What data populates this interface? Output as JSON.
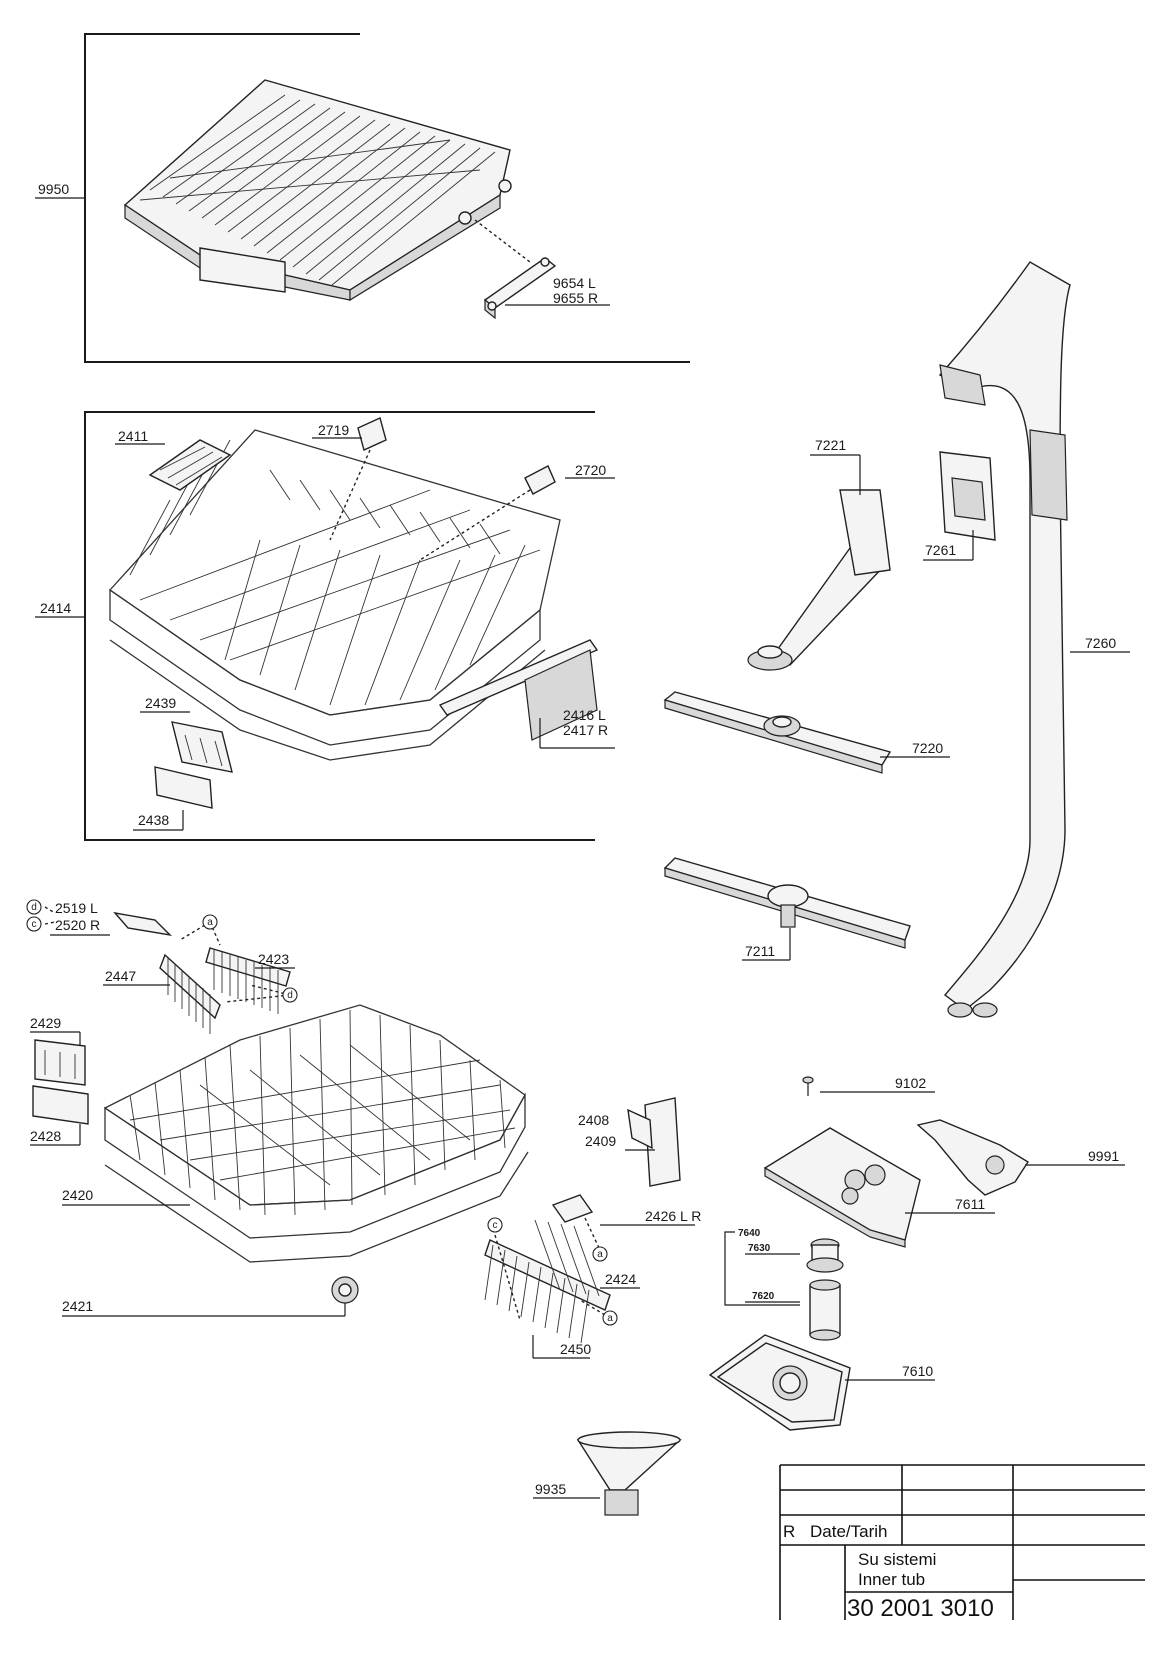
{
  "labels": {
    "l9950": "9950",
    "l9654": "9654 L",
    "l9655": "9655 R",
    "l2411": "2411",
    "l2719": "2719",
    "l2720": "2720",
    "l2414": "2414",
    "l2439": "2439",
    "l2438": "2438",
    "l2416": "2416 L",
    "l2417": "2417 R",
    "l7221": "7221",
    "l7261": "7261",
    "l7260": "7260",
    "l7220": "7220",
    "l7211": "7211",
    "l2519": "2519 L",
    "l2520": "2520 R",
    "l2423": "2423",
    "l2447": "2447",
    "l2429": "2429",
    "l2428": "2428",
    "l2420": "2420",
    "l2421": "2421",
    "l2408": "2408",
    "l2409": "2409",
    "l2426": "2426 L R",
    "l2424": "2424",
    "l2450": "2450",
    "l9102": "9102",
    "l9991": "9991",
    "l7611": "7611",
    "l7640": "7640",
    "l7630": "7630",
    "l7620": "7620",
    "l7610": "7610",
    "l9935": "9935"
  },
  "callouts": {
    "a": "a",
    "c": "c",
    "d": "d"
  },
  "title_block": {
    "revision": "R",
    "date_label": "Date/Tarih",
    "name_tr": "Su sistemi",
    "name_en": "Inner tub",
    "part_number": "30 2001 3010"
  }
}
